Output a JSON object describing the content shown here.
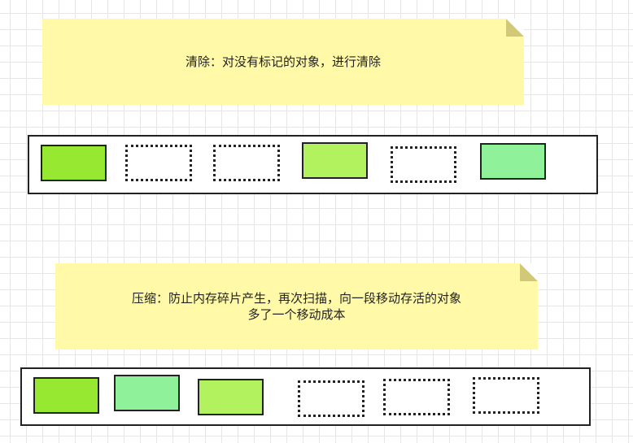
{
  "notes": {
    "sweep": "清除：对没有标记的对象，进行清除",
    "compact_line1": "压缩：防止内存碎片产生，再次扫描，向一段移动存活的对象",
    "compact_line2": "多了一个移动成本"
  },
  "colors": {
    "note_fill": "#fff9a8",
    "live_green_1": "#96e830",
    "live_green_2": "#b2f25f",
    "live_mint": "#8ff29a",
    "empty": "transparent"
  },
  "tracks": {
    "sweep": [
      "live_green_1",
      "empty",
      "empty",
      "live_green_2",
      "empty",
      "live_mint"
    ],
    "compact": [
      "live_green_1",
      "live_mint",
      "live_green_2",
      "empty",
      "empty",
      "empty"
    ]
  }
}
